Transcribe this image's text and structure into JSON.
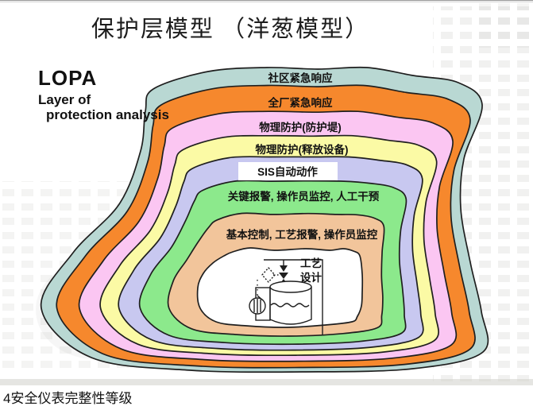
{
  "slide": {
    "title": "保护层模型 （洋葱模型）",
    "lopa": {
      "acronym": "LOPA",
      "subtitle_line1": "Layer of",
      "subtitle_line2": "protection analysis"
    },
    "caption": "4安全仪表完整性等级"
  },
  "onion": {
    "outline_color": "#1f1f1f",
    "layers": [
      {
        "id": "community-emergency-response",
        "label": "社区紧急响应",
        "color": "#b9d8d3"
      },
      {
        "id": "plant-emergency-response",
        "label": "全厂紧急响应",
        "color": "#f6882d"
      },
      {
        "id": "physical-protection-dike",
        "label": "物理防护(防护堤)",
        "color": "#fbc6f2"
      },
      {
        "id": "physical-protection-relief-devices",
        "label": "物理防护(释放设备)",
        "color": "#fbfaa5"
      },
      {
        "id": "sis-automatic-action",
        "label": "SIS自动动作",
        "color": "#c8c8f0",
        "label_background": "#ffffff"
      },
      {
        "id": "critical-alarm-operator-monitoring-manual-intervention",
        "label": "关键报警, 操作员监控, 人工干预",
        "color": "#8ce98c"
      },
      {
        "id": "basic-control-process-alarm-operator-monitoring",
        "label": "基本控制, 工艺报警, 操作员监控",
        "color": "#f2c59b"
      },
      {
        "id": "process-design",
        "label_line1": "工艺",
        "label_line2": "设计",
        "color": "#ffffff"
      }
    ]
  }
}
